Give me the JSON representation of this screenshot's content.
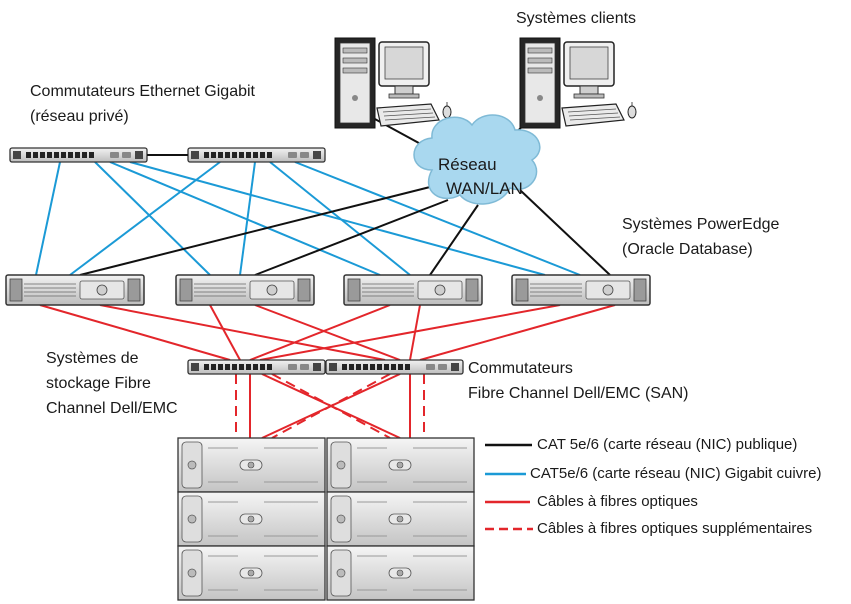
{
  "labels": {
    "clients": "Systèmes clients",
    "switches_line1": "Commutateurs Ethernet Gigabit",
    "switches_line2": "(réseau privé)",
    "network_line1": "Réseau",
    "network_line2": "WAN/LAN",
    "poweredge_line1": "Systèmes PowerEdge",
    "poweredge_line2": "(Oracle Database)",
    "storage_line1": "Systèmes de",
    "storage_line2": "stockage Fibre",
    "storage_line3": "Channel Dell/EMC",
    "fc_line1": "Commutateurs",
    "fc_line2": "Fibre Channel Dell/EMC (SAN)"
  },
  "legend": [
    {
      "label": "CAT 5e/6 (carte réseau (NIC) publique)",
      "color": "#111111",
      "style": "solid"
    },
    {
      "label": "CAT5e/6 (carte réseau (NIC) Gigabit cuivre)",
      "color": "#1b9ad6",
      "style": "solid"
    },
    {
      "label": "Câbles à fibres optiques",
      "color": "#e3262b",
      "style": "solid"
    },
    {
      "label": "Câbles à fibres optiques supplémentaires",
      "color": "#e3262b",
      "style": "dashed"
    }
  ],
  "colors": {
    "public": "#111111",
    "gigabit": "#1b9ad6",
    "fiber": "#e3262b",
    "cloud": "#a9d8ef",
    "device_fill": "#d9d9d9",
    "device_dark": "#2b2b2b"
  },
  "icons": {
    "client_tower": "desktop-tower-icon",
    "monitor": "crt-monitor-icon",
    "keyboard": "keyboard-icon",
    "mouse": "mouse-icon",
    "cloud": "network-cloud-icon",
    "switch": "network-switch-icon",
    "server": "rack-server-icon",
    "storage": "storage-array-icon"
  }
}
